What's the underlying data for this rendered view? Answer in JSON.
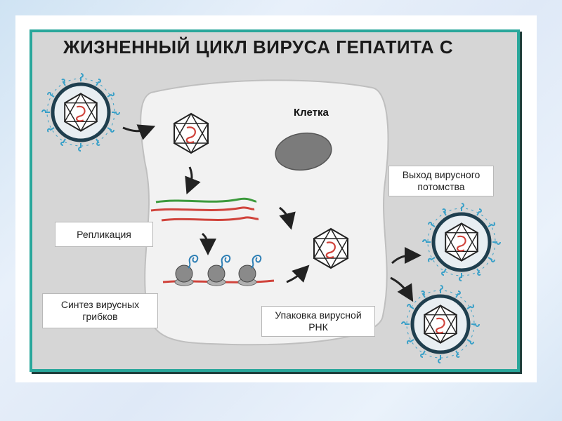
{
  "title": "ЖИЗНЕННЫЙ ЦИКЛ ВИРУСА ГЕПАТИТА С",
  "labels": {
    "cell": "Клетка",
    "replication": "Репликация",
    "synthesis": "Синтез вирусных грибков",
    "packaging": "Упаковка вирусной РНК",
    "release": "Выход вирусного потомства"
  },
  "colors": {
    "frame_border": "#2aa79b",
    "panel_bg": "#d6d6d6",
    "cell_bg": "#f2f2f2",
    "rna_red": "#d0433b",
    "rna_green": "#3c9a3c",
    "envelope_blue": "#3aa0c8"
  }
}
